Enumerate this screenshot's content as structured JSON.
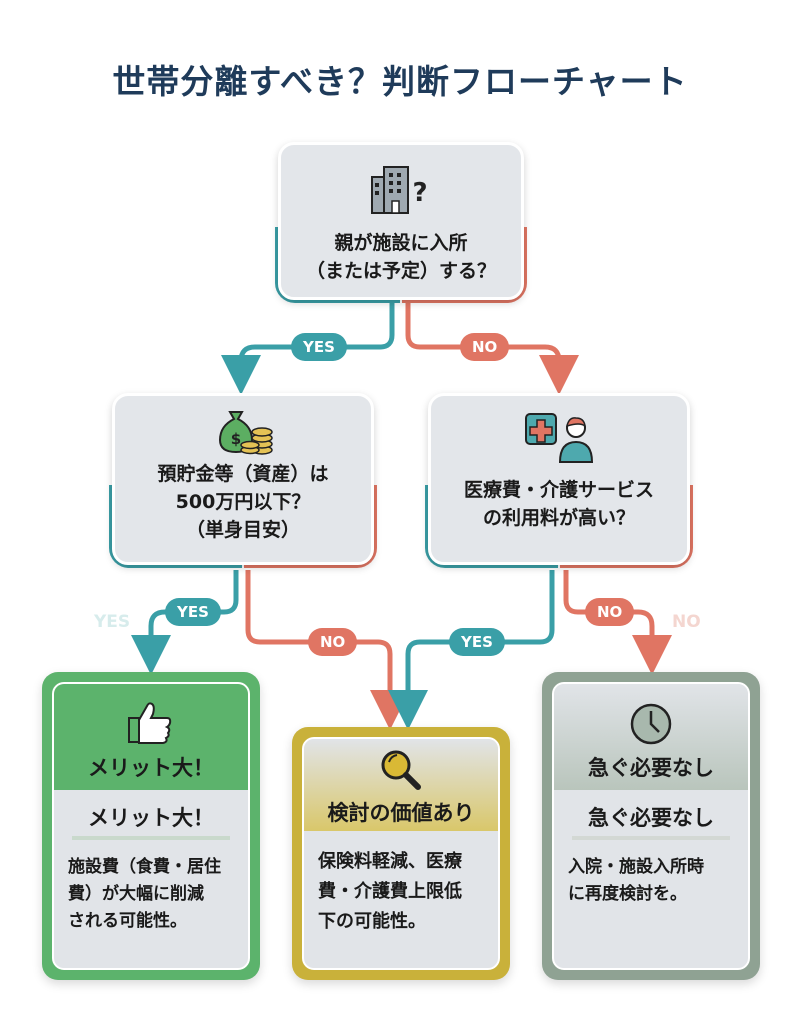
{
  "title": "世帯分離すべき？判断フローチャート",
  "colors": {
    "yes": "#3a9fa7",
    "no": "#e07563",
    "title": "#1f3b5a",
    "merit": "#5cb36c",
    "consider": "#c9b13a",
    "no_rush": "#8fa293"
  },
  "questions": [
    {
      "id": "q1",
      "icon": "building-question-icon",
      "lines": [
        "親が施設に入所",
        "（または予定）する？"
      ]
    },
    {
      "id": "q2",
      "icon": "money-bag-icon",
      "lines": [
        "預貯金等（資産）は",
        "500万円以下？",
        "（単身目安）"
      ]
    },
    {
      "id": "q3",
      "icon": "medical-staff-icon",
      "lines": [
        "医療費・介護サービス",
        "の利用料が高い？"
      ]
    }
  ],
  "labels": {
    "yes": "YES",
    "no": "NO",
    "ghost_yes": "YES",
    "ghost_no": "NO"
  },
  "results": [
    {
      "id": "merit",
      "icon": "thumbs-up-icon",
      "heading": "メリット大！",
      "subheading": "メリット大！",
      "lines": [
        "施設費（食費・居住",
        "費）が大幅に削減",
        "される可能性。"
      ]
    },
    {
      "id": "consider",
      "icon": "magnifier-icon",
      "heading": "検討の価値あり",
      "lines": [
        "保険料軽減、医療",
        "費・介護費上限低",
        "下の可能性。"
      ]
    },
    {
      "id": "no_rush",
      "icon": "clock-icon",
      "heading": "急ぐ必要なし",
      "subheading": "急ぐ必要なし",
      "lines": [
        "入院・施設入所時",
        "に再度検討を。"
      ]
    }
  ]
}
